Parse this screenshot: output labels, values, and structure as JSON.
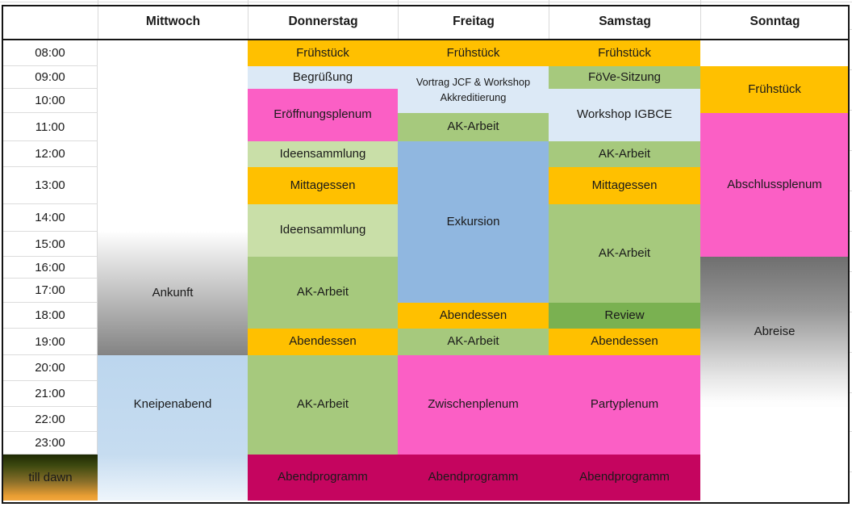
{
  "table": {
    "days": [
      "Mittwoch",
      "Donnerstag",
      "Freitag",
      "Samstag",
      "Sonntag"
    ],
    "times": [
      "08:00",
      "09:00",
      "10:00",
      "11:00",
      "12:00",
      "13:00",
      "14:00",
      "15:00",
      "16:00",
      "17:00",
      "18:00",
      "19:00",
      "20:00",
      "21:00",
      "22:00",
      "23:00",
      "till dawn"
    ]
  },
  "colors": {
    "orange": "#FFC000",
    "pale_blue": "#DCE9F6",
    "sky_blue": "#BDD6EE",
    "steel_blue": "#90B7E0",
    "pink": "#FB5FC5",
    "magenta_dark": "#C5055F",
    "green": "#A6C97D",
    "light_green": "#C9DFA8",
    "dark_green": "#7AB151",
    "ankunft_gradient": [
      "#FEFEFE 0%",
      "#BABABA 55%",
      "#838383 100%"
    ],
    "kneipenabend_gradient": [
      "#BCD6EE 0%",
      "#C6DCF0 100%"
    ],
    "kneipenabend_fade": [
      "#C6DCF0 0%",
      "#EEF5FB 100%"
    ],
    "abreise_gradient": [
      "#6F6F6F 0%",
      "#969696 35%",
      "#E6E6E6 80%",
      "#FDFDFD 97%"
    ],
    "till_dawn_gradient": [
      "#1D2904 0%",
      "#3F4A10 25%",
      "#8C702A 60%",
      "#E99E33 90%",
      "#F2A73D 100%"
    ]
  },
  "events": [
    {
      "day": "Mittwoch",
      "label": "Ankunft",
      "start": "15:00",
      "end": "20:00",
      "color": "ankunft_gradient"
    },
    {
      "day": "Mittwoch",
      "label": "Kneipenabend",
      "start": "20:00",
      "end": "till dawn",
      "color": "kneipenabend_gradient"
    },
    {
      "day": "Donnerstag",
      "label": "Frühstück",
      "start": "08:00",
      "end": "09:00",
      "color": "orange"
    },
    {
      "day": "Donnerstag",
      "label": "Begrüßung",
      "start": "09:00",
      "end": "10:00",
      "color": "pale_blue"
    },
    {
      "day": "Donnerstag",
      "label": "Eröffnungsplenum",
      "start": "10:00",
      "end": "12:00",
      "color": "pink"
    },
    {
      "day": "Donnerstag",
      "label": "Ideensammlung",
      "start": "12:00",
      "end": "13:00",
      "color": "light_green"
    },
    {
      "day": "Donnerstag",
      "label": "Mittagessen",
      "start": "13:00",
      "end": "14:00",
      "color": "orange"
    },
    {
      "day": "Donnerstag",
      "label": "Ideensammlung",
      "start": "14:00",
      "end": "16:00",
      "color": "light_green"
    },
    {
      "day": "Donnerstag",
      "label": "AK-Arbeit",
      "start": "16:00",
      "end": "19:00",
      "color": "green"
    },
    {
      "day": "Donnerstag",
      "label": "Abendessen",
      "start": "19:00",
      "end": "20:00",
      "color": "orange"
    },
    {
      "day": "Donnerstag",
      "label": "AK-Arbeit",
      "start": "20:00",
      "end": "24:00",
      "color": "green"
    },
    {
      "day": "Donnerstag",
      "label": "Abendprogramm",
      "start": "till dawn",
      "end": "",
      "color": "magenta_dark"
    },
    {
      "day": "Freitag",
      "label": "Frühstück",
      "start": "08:00",
      "end": "09:00",
      "color": "orange"
    },
    {
      "day": "Freitag",
      "label_lines": [
        "Vortrag JCF & Workshop",
        "Akkreditierung"
      ],
      "start": "09:00",
      "end": "11:00",
      "color": "pale_blue"
    },
    {
      "day": "Freitag",
      "label": "AK-Arbeit",
      "start": "11:00",
      "end": "12:00",
      "color": "green"
    },
    {
      "day": "Freitag",
      "label": "Exkursion",
      "start": "12:00",
      "end": "18:00",
      "color": "steel_blue"
    },
    {
      "day": "Freitag",
      "label": "Abendessen",
      "start": "18:00",
      "end": "19:00",
      "color": "orange"
    },
    {
      "day": "Freitag",
      "label": "AK-Arbeit",
      "start": "19:00",
      "end": "20:00",
      "color": "green"
    },
    {
      "day": "Freitag",
      "label": "Zwischenplenum",
      "start": "20:00",
      "end": "24:00",
      "color": "pink"
    },
    {
      "day": "Freitag",
      "label": "Abendprogramm",
      "start": "till dawn",
      "end": "",
      "color": "magenta_dark"
    },
    {
      "day": "Samstag",
      "label": "Frühstück",
      "start": "08:00",
      "end": "09:00",
      "color": "orange"
    },
    {
      "day": "Samstag",
      "label": "FöVe-Sitzung",
      "start": "09:00",
      "end": "10:00",
      "color": "green"
    },
    {
      "day": "Samstag",
      "label": "Workshop IGBCE",
      "start": "10:00",
      "end": "12:00",
      "color": "pale_blue"
    },
    {
      "day": "Samstag",
      "label": "AK-Arbeit",
      "start": "12:00",
      "end": "13:00",
      "color": "green"
    },
    {
      "day": "Samstag",
      "label": "Mittagessen",
      "start": "13:00",
      "end": "14:00",
      "color": "orange"
    },
    {
      "day": "Samstag",
      "label": "AK-Arbeit",
      "start": "14:00",
      "end": "18:00",
      "color": "green"
    },
    {
      "day": "Samstag",
      "label": "Review",
      "start": "18:00",
      "end": "19:00",
      "color": "dark_green"
    },
    {
      "day": "Samstag",
      "label": "Abendessen",
      "start": "19:00",
      "end": "20:00",
      "color": "orange"
    },
    {
      "day": "Samstag",
      "label": "Partyplenum",
      "start": "20:00",
      "end": "24:00",
      "color": "pink"
    },
    {
      "day": "Samstag",
      "label": "Abendprogramm",
      "start": "till dawn",
      "end": "",
      "color": "magenta_dark"
    },
    {
      "day": "Sonntag",
      "label": "Frühstück",
      "start": "09:00",
      "end": "11:00",
      "color": "orange"
    },
    {
      "day": "Sonntag",
      "label": "Abschlussplenum",
      "start": "11:00",
      "end": "16:00",
      "color": "pink"
    },
    {
      "day": "Sonntag",
      "label": "Abreise",
      "start": "16:00",
      "end": "22:00",
      "color": "abreise_gradient"
    }
  ]
}
